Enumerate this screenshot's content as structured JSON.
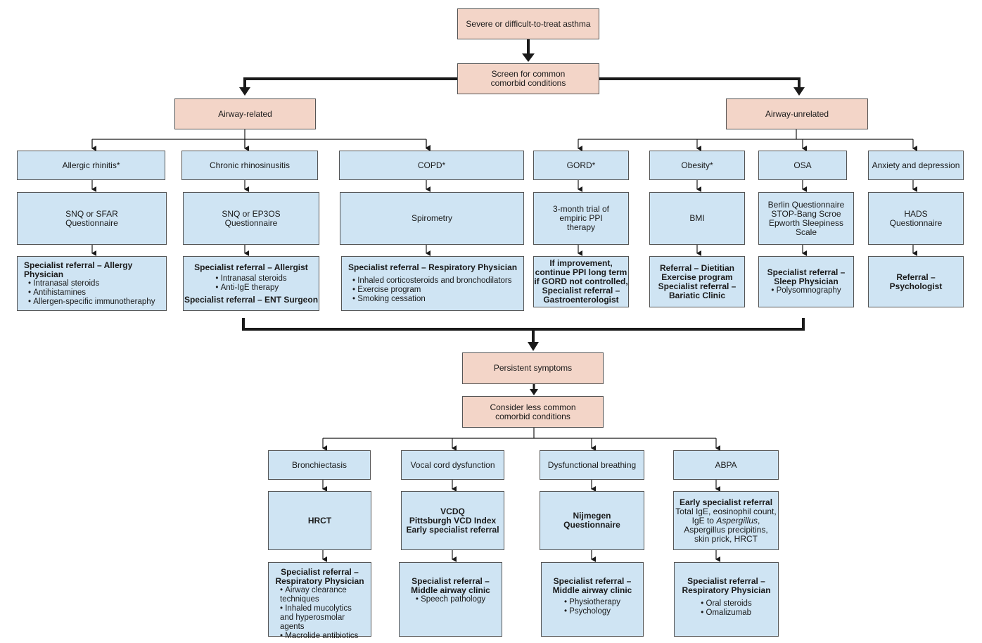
{
  "top": "Severe or difficult-to-treat asthma",
  "screen": [
    "Screen for common",
    "comorbid conditions"
  ],
  "airway_related": "Airway-related",
  "airway_unrelated": "Airway-unrelated",
  "conditions": {
    "ar": "Allergic rhinitis*",
    "crs": "Chronic rhinosinusitis",
    "copd": "COPD*",
    "gord": "GORD*",
    "obesity": "Obesity*",
    "osa": "OSA",
    "anx": "Anxiety and depression"
  },
  "assessments": {
    "ar": [
      "SNQ or SFAR",
      "Questionnaire"
    ],
    "crs": [
      "SNQ or EP3OS",
      "Questionnaire"
    ],
    "copd": "Spirometry",
    "gord": [
      "3-month trial of",
      "empiric PPI",
      "therapy"
    ],
    "obesity": "BMI",
    "osa": [
      "Berlin Questionnaire",
      "STOP-Bang Scroe",
      "Epworth Sleepiness",
      "Scale"
    ],
    "anx": [
      "HADS",
      "Questionnaire"
    ]
  },
  "management": {
    "ar": {
      "title": "Specialist referral – Allergy Physician",
      "items": [
        "Intranasal steroids",
        "Antihistamines",
        "Allergen-specific immunotheraphy"
      ]
    },
    "crs": {
      "title": "Specialist referral – Allergist",
      "items": [
        "Intranasal steroids",
        "Anti-IgE therapy"
      ],
      "title2": "Specialist referral – ENT Surgeon"
    },
    "copd": {
      "title": "Specialist referral – Respiratory Physician",
      "items": [
        "Inhaled corticosteroids and bronchodilators",
        "Exercise program",
        "Smoking cessation"
      ]
    },
    "gord": [
      "If improvement,",
      "continue PPI long term",
      "if GORD not controlled,",
      "Specialist referral –",
      "Gastroenterologist"
    ],
    "obesity": [
      "Referral – Dietitian",
      "Exercise program",
      "Specialist referral –",
      "Bariatic Clinic"
    ],
    "osa": {
      "lines": [
        "Specialist referral –",
        "Sleep Physician"
      ],
      "items": [
        "Polysomnography"
      ]
    },
    "anx": [
      "Referral –",
      "Psychologist"
    ]
  },
  "persistent": "Persistent symptoms",
  "consider": [
    "Consider less common",
    "comorbid conditions"
  ],
  "less_common": {
    "bronch": "Bronchiectasis",
    "vcd": "Vocal cord dysfunction",
    "dysf": "Dysfunctional breathing",
    "abpa": "ABPA"
  },
  "less_assess": {
    "bronch": "HRCT",
    "vcd": [
      "VCDQ",
      "Pittsburgh VCD Index",
      "Early specialist referral"
    ],
    "dysf": [
      "Nijmegen",
      "Questionnaire"
    ],
    "abpa": {
      "title": "Early specialist referral",
      "lines": [
        "Total IgE, eosinophil count,",
        "IgE to ",
        "Aspergillus",
        ",",
        "Aspergillus precipitins,",
        "skin prick, HRCT"
      ]
    }
  },
  "less_mgmt": {
    "bronch": {
      "lines": [
        "Specialist referral –",
        "Respiratory Physician"
      ],
      "items": [
        "Airway clearance techniques",
        "Inhaled mucolytics and hyperosmolar agents",
        "Macrolide antibiotics"
      ]
    },
    "vcd": {
      "lines": [
        "Specialist referral –",
        "Middle airway clinic"
      ],
      "items": [
        "Speech pathology"
      ]
    },
    "dysf": {
      "lines": [
        "Specialist referral –",
        "Middle airway clinic"
      ],
      "items": [
        "Physiotherapy",
        "Psychology"
      ]
    },
    "abpa": {
      "lines": [
        "Specialist referral –",
        "Respiratory Physician"
      ],
      "items": [
        "Oral steroids",
        "Omalizumab"
      ]
    }
  },
  "colors": {
    "pink": "#f3d5c8",
    "blue": "#cfe4f3",
    "border": "#555555",
    "line": "#1a1a1a"
  }
}
